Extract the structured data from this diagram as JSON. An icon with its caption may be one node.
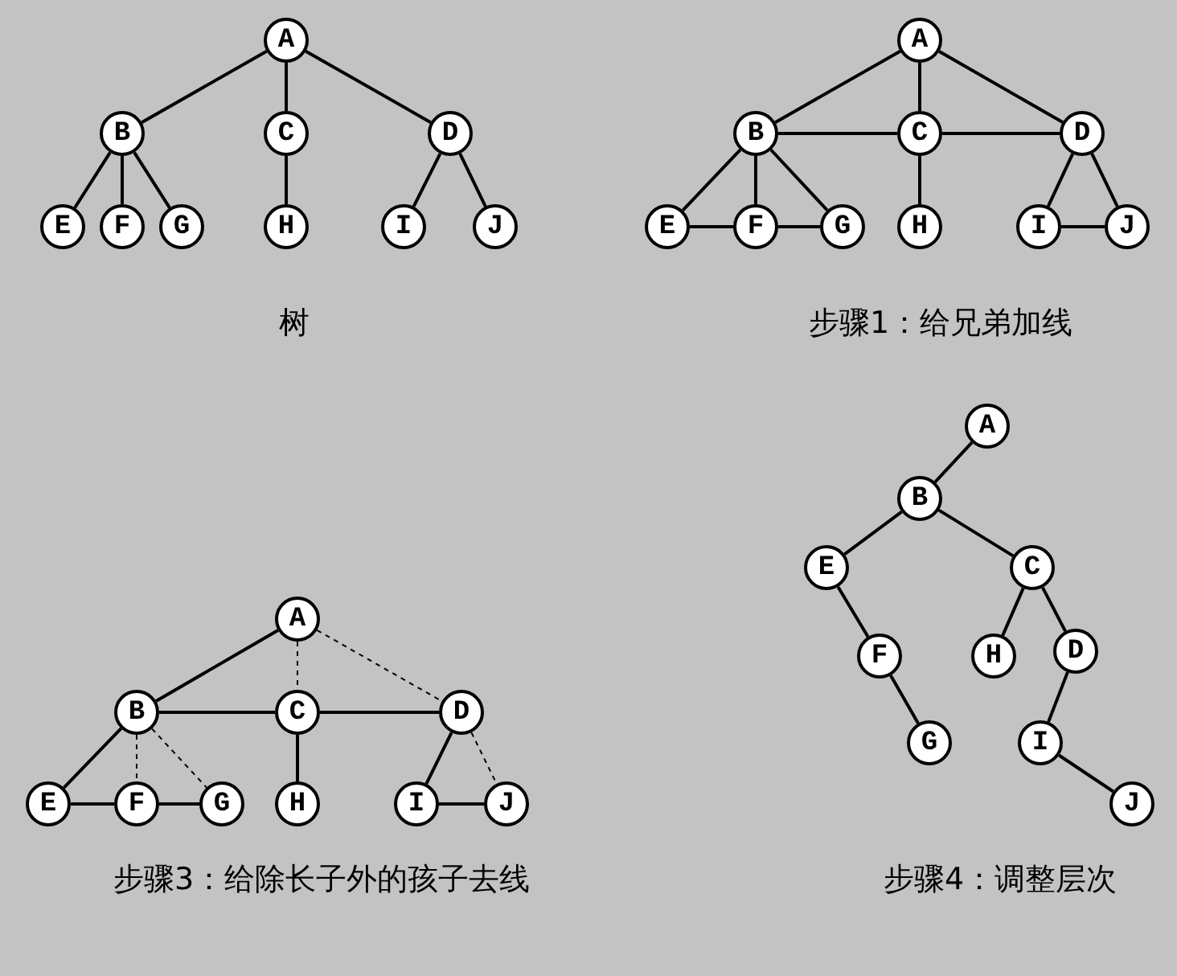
{
  "diagram": {
    "nodes": [
      {
        "text": [
          "A"
        ]
      },
      {
        "text": [
          "B"
        ]
      },
      {
        "text": [
          "C"
        ]
      },
      {
        "text": [
          "D"
        ]
      },
      {
        "text": [
          "E"
        ]
      },
      {
        "text": [
          "F"
        ]
      },
      {
        "text": [
          "G"
        ]
      },
      {
        "text": [
          "H"
        ]
      },
      {
        "text": [
          "I"
        ]
      },
      {
        "text": [
          "J"
        ]
      },
      {
        "text": [
          "A"
        ]
      },
      {
        "text": [
          "B"
        ]
      },
      {
        "text": [
          "C"
        ]
      },
      {
        "text": [
          "D"
        ]
      },
      {
        "text": [
          "E"
        ]
      },
      {
        "text": [
          "F"
        ]
      },
      {
        "text": [
          "G"
        ]
      },
      {
        "text": [
          "H"
        ]
      },
      {
        "text": [
          "I"
        ]
      },
      {
        "text": [
          "J"
        ]
      },
      {
        "text": [
          "A"
        ]
      },
      {
        "text": [
          "B"
        ]
      },
      {
        "text": [
          "C"
        ]
      },
      {
        "text": [
          "D"
        ]
      },
      {
        "text": [
          "E"
        ]
      },
      {
        "text": [
          "F"
        ]
      },
      {
        "text": [
          "G"
        ]
      },
      {
        "text": [
          "H"
        ]
      },
      {
        "text": [
          "I"
        ]
      },
      {
        "text": [
          "J"
        ]
      },
      {
        "text": [
          "A"
        ]
      },
      {
        "text": [
          "B"
        ]
      },
      {
        "text": [
          "C"
        ]
      },
      {
        "text": [
          "D"
        ]
      },
      {
        "text": [
          "E"
        ]
      },
      {
        "text": [
          "F"
        ]
      },
      {
        "text": [
          "G"
        ]
      },
      {
        "text": [
          "H"
        ]
      },
      {
        "text": [
          "I"
        ]
      },
      {
        "text": [
          "J"
        ]
      }
    ],
    "edges": [
      {
        "from": 0,
        "to": 1,
        "arrow": "none"
      },
      {
        "from": 0,
        "to": 2,
        "arrow": "none"
      },
      {
        "from": 0,
        "to": 3,
        "arrow": "none"
      },
      {
        "from": 1,
        "to": 4,
        "arrow": "none"
      },
      {
        "from": 1,
        "to": 5,
        "arrow": "none"
      },
      {
        "from": 1,
        "to": 6,
        "arrow": "none"
      },
      {
        "from": 2,
        "to": 7,
        "arrow": "none"
      },
      {
        "from": 3,
        "to": 8,
        "arrow": "none"
      },
      {
        "from": 3,
        "to": 9,
        "arrow": "none"
      },
      {
        "from": 10,
        "to": 11,
        "arrow": "none"
      },
      {
        "from": 10,
        "to": 12,
        "arrow": "none"
      },
      {
        "from": 10,
        "to": 13,
        "arrow": "none"
      },
      {
        "from": 11,
        "to": 12,
        "arrow": "none"
      },
      {
        "from": 12,
        "to": 13,
        "arrow": "none"
      },
      {
        "from": 11,
        "to": 14,
        "arrow": "none"
      },
      {
        "from": 11,
        "to": 15,
        "arrow": "none"
      },
      {
        "from": 11,
        "to": 16,
        "arrow": "none"
      },
      {
        "from": 14,
        "to": 15,
        "arrow": "none"
      },
      {
        "from": 15,
        "to": 16,
        "arrow": "none"
      },
      {
        "from": 12,
        "to": 17,
        "arrow": "none"
      },
      {
        "from": 13,
        "to": 18,
        "arrow": "none"
      },
      {
        "from": 13,
        "to": 19,
        "arrow": "none"
      },
      {
        "from": 18,
        "to": 19,
        "arrow": "none"
      },
      {
        "from": 20,
        "to": 21,
        "arrow": "none"
      },
      {
        "from": 20,
        "to": 22,
        "arrow": "none",
        "style": "dashed"
      },
      {
        "from": 20,
        "to": 23,
        "arrow": "none",
        "style": "dashed"
      },
      {
        "from": 21,
        "to": 22,
        "arrow": "none"
      },
      {
        "from": 22,
        "to": 23,
        "arrow": "none"
      },
      {
        "from": 21,
        "to": 24,
        "arrow": "none"
      },
      {
        "from": 21,
        "to": 25,
        "arrow": "none",
        "style": "dashed"
      },
      {
        "from": 21,
        "to": 26,
        "arrow": "none",
        "style": "dashed"
      },
      {
        "from": 24,
        "to": 25,
        "arrow": "none"
      },
      {
        "from": 25,
        "to": 26,
        "arrow": "none"
      },
      {
        "from": 22,
        "to": 27,
        "arrow": "none"
      },
      {
        "from": 23,
        "to": 28,
        "arrow": "none"
      },
      {
        "from": 23,
        "to": 29,
        "arrow": "none",
        "style": "dashed"
      },
      {
        "from": 28,
        "to": 29,
        "arrow": "none"
      },
      {
        "from": 30,
        "to": 31,
        "arrow": "none"
      },
      {
        "from": 31,
        "to": 34,
        "arrow": "none"
      },
      {
        "from": 31,
        "to": 32,
        "arrow": "none"
      },
      {
        "from": 34,
        "to": 35,
        "arrow": "none"
      },
      {
        "from": 35,
        "to": 36,
        "arrow": "none"
      },
      {
        "from": 32,
        "to": 37,
        "arrow": "none"
      },
      {
        "from": 32,
        "to": 33,
        "arrow": "none"
      },
      {
        "from": 33,
        "to": 38,
        "arrow": "none"
      },
      {
        "from": 38,
        "to": 39,
        "arrow": "none"
      }
    ],
    "labels": [
      "树",
      "步骤1：给兄弟加线",
      "步骤3：给除长子外的孩子去线",
      "步骤4：调整层次"
    ]
  }
}
